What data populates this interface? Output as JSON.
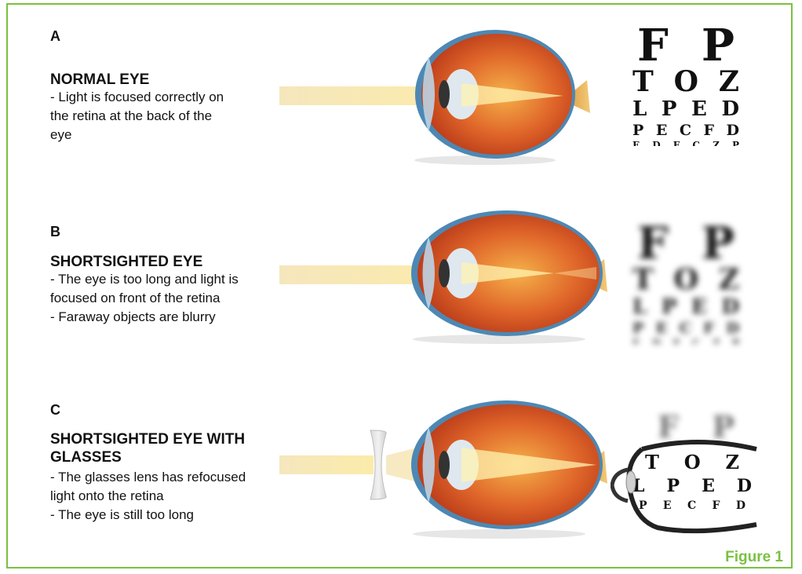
{
  "panels": [
    {
      "letter": "A",
      "heading": "NORMAL EYE",
      "lines": [
        "- Light is focused correctly on",
        "the  retina at the back of the",
        "eye"
      ]
    },
    {
      "letter": "B",
      "heading": "SHORTSIGHTED EYE",
      "lines": [
        "- The eye is too long and light is",
        "focused on front of the retina",
        "- Faraway objects are blurry"
      ]
    },
    {
      "letter": "C",
      "heading": "SHORTSIGHTED EYE WITH GLASSES",
      "lines": [
        "- The glasses lens has refocused",
        "light onto the retina",
        "- The eye is still too long"
      ]
    }
  ],
  "eye_chart": {
    "row1": [
      "F",
      "P"
    ],
    "row2": [
      "T",
      "O",
      "Z"
    ],
    "row3": [
      "L",
      "P",
      "E",
      "D"
    ],
    "row4": [
      "P",
      "E",
      "C",
      "F",
      "D"
    ],
    "row5": [
      "E",
      "D",
      "F",
      "C",
      "Z",
      "P"
    ]
  },
  "caption": "Figure 1",
  "colors": {
    "border": "#7ac142",
    "caption": "#7ac142"
  }
}
